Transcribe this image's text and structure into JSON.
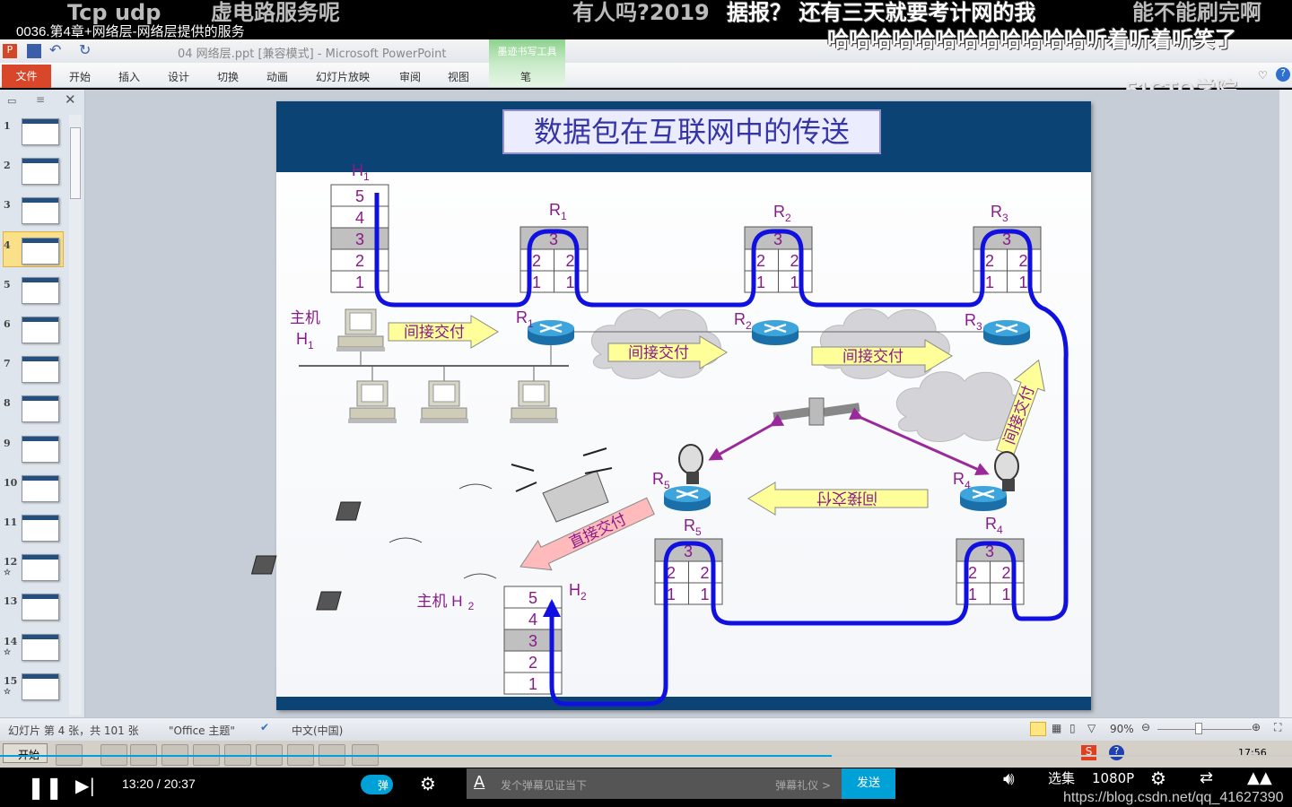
{
  "danmaku": [
    "Tcp udp",
    "虚电路服务呢",
    "有人吗?2019",
    "能不能刷完啊",
    "据报？  还有三天就要考计网的我",
    "哈哈哈哈哈哈哈哈哈哈哈哈听着听着听笑了"
  ],
  "video_title": "0036.第4章+网络层-网络层提供的服务",
  "app": {
    "window_title": "04 网络层.ppt [兼容模式] - Microsoft PowerPoint",
    "context_tab": "墨迹书写工具",
    "file_tab": "文件",
    "tabs": [
      "开始",
      "插入",
      "设计",
      "切换",
      "动画",
      "幻灯片放映",
      "审阅",
      "视图",
      "笔"
    ],
    "watermark": "51CTO学院"
  },
  "thumbnails": [
    {
      "n": "1"
    },
    {
      "n": "2"
    },
    {
      "n": "3"
    },
    {
      "n": "4",
      "selected": true
    },
    {
      "n": "5"
    },
    {
      "n": "6"
    },
    {
      "n": "7"
    },
    {
      "n": "8"
    },
    {
      "n": "9"
    },
    {
      "n": "10"
    },
    {
      "n": "11"
    },
    {
      "n": "12",
      "star": true
    },
    {
      "n": "13"
    },
    {
      "n": "14",
      "star": true
    },
    {
      "n": "15",
      "star": true
    }
  ],
  "slide": {
    "title": "数据包在互联网中的传送",
    "layers5": [
      "5",
      "4",
      "3",
      "2",
      "1"
    ],
    "router_layers": [
      "3",
      "2",
      "2",
      "1",
      "1"
    ],
    "host1_stack_label": {
      "m": "H",
      "s": "1"
    },
    "host2_stack_label": {
      "m": "H",
      "s": "2"
    },
    "host1_label": "主机",
    "host1_name": {
      "m": "H",
      "s": "1"
    },
    "host2_label": "主机 H",
    "host2_sub": "2",
    "routers": [
      {
        "m": "R",
        "s": "1"
      },
      {
        "m": "R",
        "s": "2"
      },
      {
        "m": "R",
        "s": "3"
      },
      {
        "m": "R",
        "s": "4"
      },
      {
        "m": "R",
        "s": "5"
      }
    ],
    "indirect": "间接交付",
    "direct": "直接交付",
    "colors": {
      "header": "#0b4474",
      "path": "#1010e0",
      "label": "#8a1a8a",
      "arrow_fill": "#ffff99",
      "direct_fill": "#ffbbbb"
    }
  },
  "status": {
    "slide_info": "幻灯片 第 4 张，共 101 张",
    "theme": "\"Office 主题\"",
    "lang": "中文(中国)",
    "zoom": "90%"
  },
  "taskbar": {
    "start": "开始",
    "clock": "17:56"
  },
  "player": {
    "time_current": "13:20",
    "time_total": "20:37",
    "progress_percent": 64.4,
    "danmaku_toggle": "弹",
    "danmaku_placeholder": "发个弹幕见证当下",
    "etiquette": "弹幕礼仪 >",
    "send": "发送",
    "episodes": "选集",
    "quality": "1080P",
    "watermark": "https://blog.csdn.net/qq_41627390"
  }
}
